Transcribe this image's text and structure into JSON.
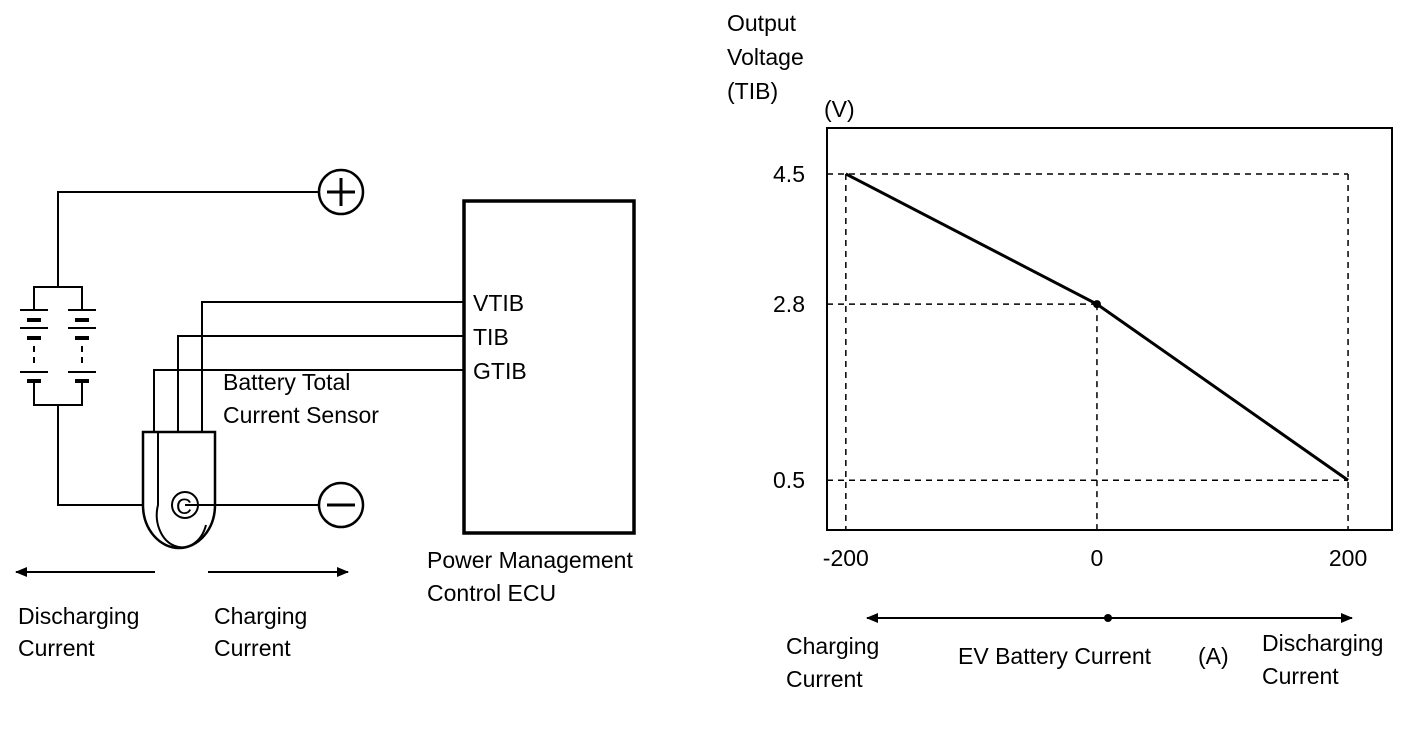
{
  "circuit": {
    "positive_symbol": "+",
    "negative_symbol": "−",
    "ecu_pins": [
      "VTIB",
      "TIB",
      "GTIB"
    ],
    "sensor_label_line1": "Battery Total",
    "sensor_label_line2": "Current Sensor",
    "ecu_label_line1": "Power Management",
    "ecu_label_line2": "Control ECU",
    "sensor_glyph": "C",
    "left_arrow_line1": "Discharging",
    "left_arrow_line2": "Current",
    "right_arrow_line1": "Charging",
    "right_arrow_line2": "Current"
  },
  "chart": {
    "ylabel_line1": "Output",
    "ylabel_line2": "Voltage",
    "ylabel_line3": "(TIB)",
    "yunit": "(V)",
    "xlabel": "EV Battery Current",
    "xunit": "(A)",
    "x_left_line1": "Charging",
    "x_left_line2": "Current",
    "x_right_line1": "Discharging",
    "x_right_line2": "Current"
  },
  "chart_data": {
    "type": "line",
    "x": [
      -200,
      0,
      200
    ],
    "y": [
      4.5,
      2.8,
      0.5
    ],
    "x_ticks": [
      "-200",
      "0",
      "200"
    ],
    "y_ticks": [
      "4.5",
      "2.8",
      "0.5"
    ],
    "xlim": [
      -215,
      235
    ],
    "ylim": [
      -0.15,
      5.1
    ],
    "grid": false,
    "guide_lines": "dashed"
  }
}
